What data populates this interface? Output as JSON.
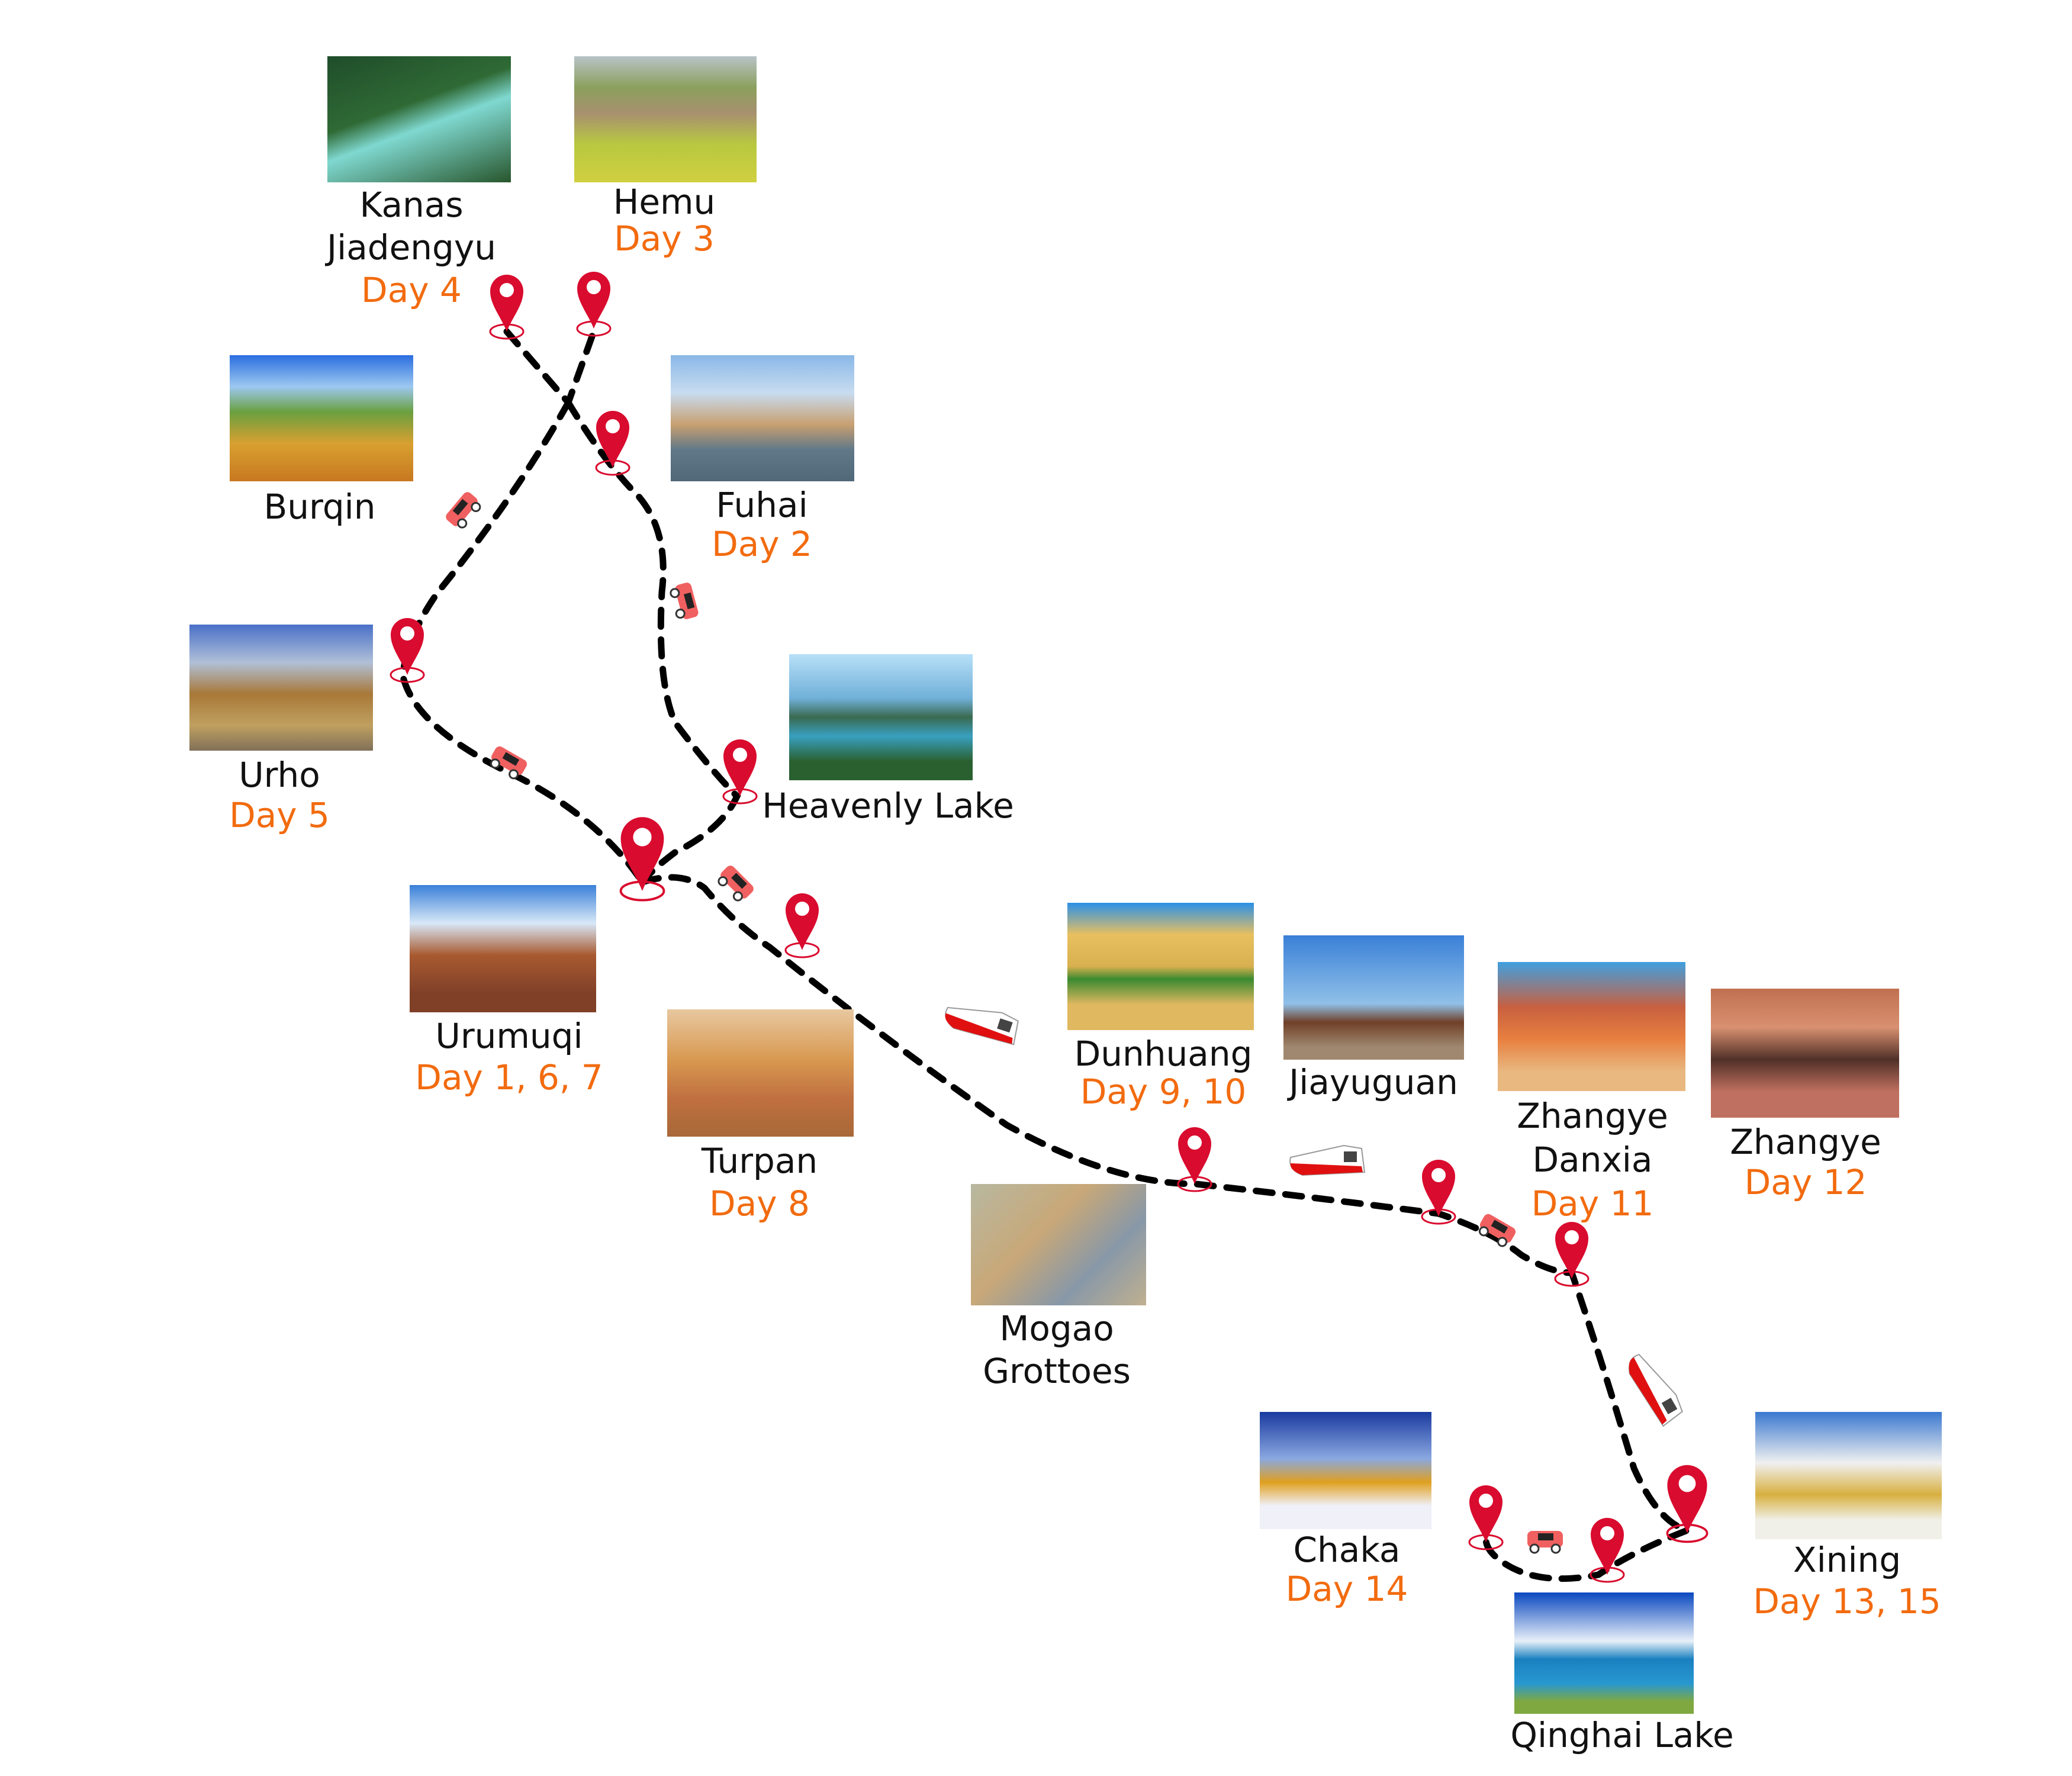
{
  "colors": {
    "pin": "#d90b2e",
    "route": "#000000",
    "day_text": "#f26b0f",
    "vehicle": "#f06060"
  },
  "stops": [
    {
      "name": "Kanas\nJiadengyu",
      "day": "Day 4"
    },
    {
      "name": "Hemu",
      "day": "Day 3"
    },
    {
      "name": "Burqin",
      "day": ""
    },
    {
      "name": "Fuhai",
      "day": "Day 2"
    },
    {
      "name": "Urho",
      "day": "Day 5"
    },
    {
      "name": "Heavenly Lake",
      "day": ""
    },
    {
      "name": "Urumuqi",
      "day": "Day 1, 6, 7"
    },
    {
      "name": "Turpan",
      "day": "Day 8"
    },
    {
      "name": "Dunhuang",
      "day": "Day 9, 10"
    },
    {
      "name": "Jiayuguan",
      "day": ""
    },
    {
      "name": "Zhangye\nDanxia",
      "day": "Day 11"
    },
    {
      "name": "Zhangye",
      "day": "Day 12"
    },
    {
      "name": "Mogao\nGrottoes",
      "day": ""
    },
    {
      "name": "Chaka",
      "day": "Day 14"
    },
    {
      "name": "Xining",
      "day": "Day 13, 15"
    },
    {
      "name": "Qinghai Lake",
      "day": ""
    }
  ],
  "icons": [
    "map-pin-icon",
    "car-icon",
    "train-icon"
  ]
}
